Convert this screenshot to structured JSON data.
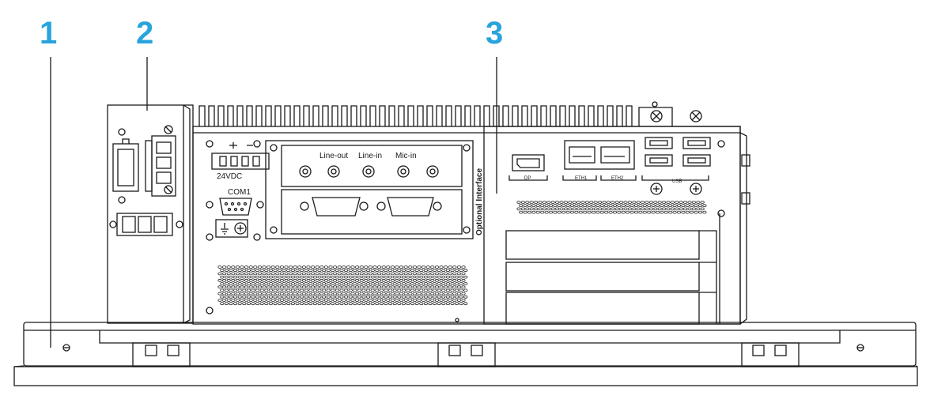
{
  "colors": {
    "callout": "#29a3dc",
    "line": "#1a1a1a",
    "background": "#ffffff"
  },
  "callouts": [
    {
      "id": "1"
    },
    {
      "id": "2"
    },
    {
      "id": "3"
    }
  ],
  "labels": {
    "power_input": "24VDC",
    "com_port": "COM1",
    "line_out": "Line-out",
    "line_in": "Line-in",
    "mic_in": "Mic-in",
    "optional_interface": "Optional Interface",
    "display_port": "DP",
    "eth1": "ETH1",
    "eth2": "ETH2",
    "usb": "USB"
  }
}
